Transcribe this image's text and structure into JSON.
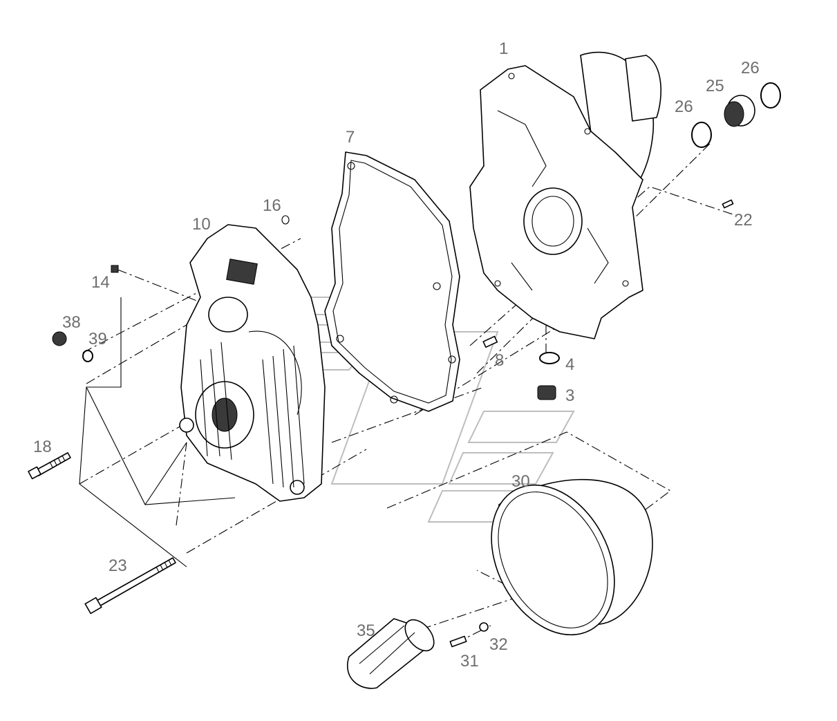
{
  "callouts": {
    "p1": "1",
    "p3": "3",
    "p4": "4",
    "p7": "7",
    "p8": "8",
    "p10": "10",
    "p14": "14",
    "p16": "16",
    "p18": "18",
    "p22": "22",
    "p23": "23",
    "p25": "25",
    "p26a": "26",
    "p26b": "26",
    "p30": "30",
    "p31": "31",
    "p32": "32",
    "p35": "35",
    "p38": "38",
    "p39": "39"
  }
}
